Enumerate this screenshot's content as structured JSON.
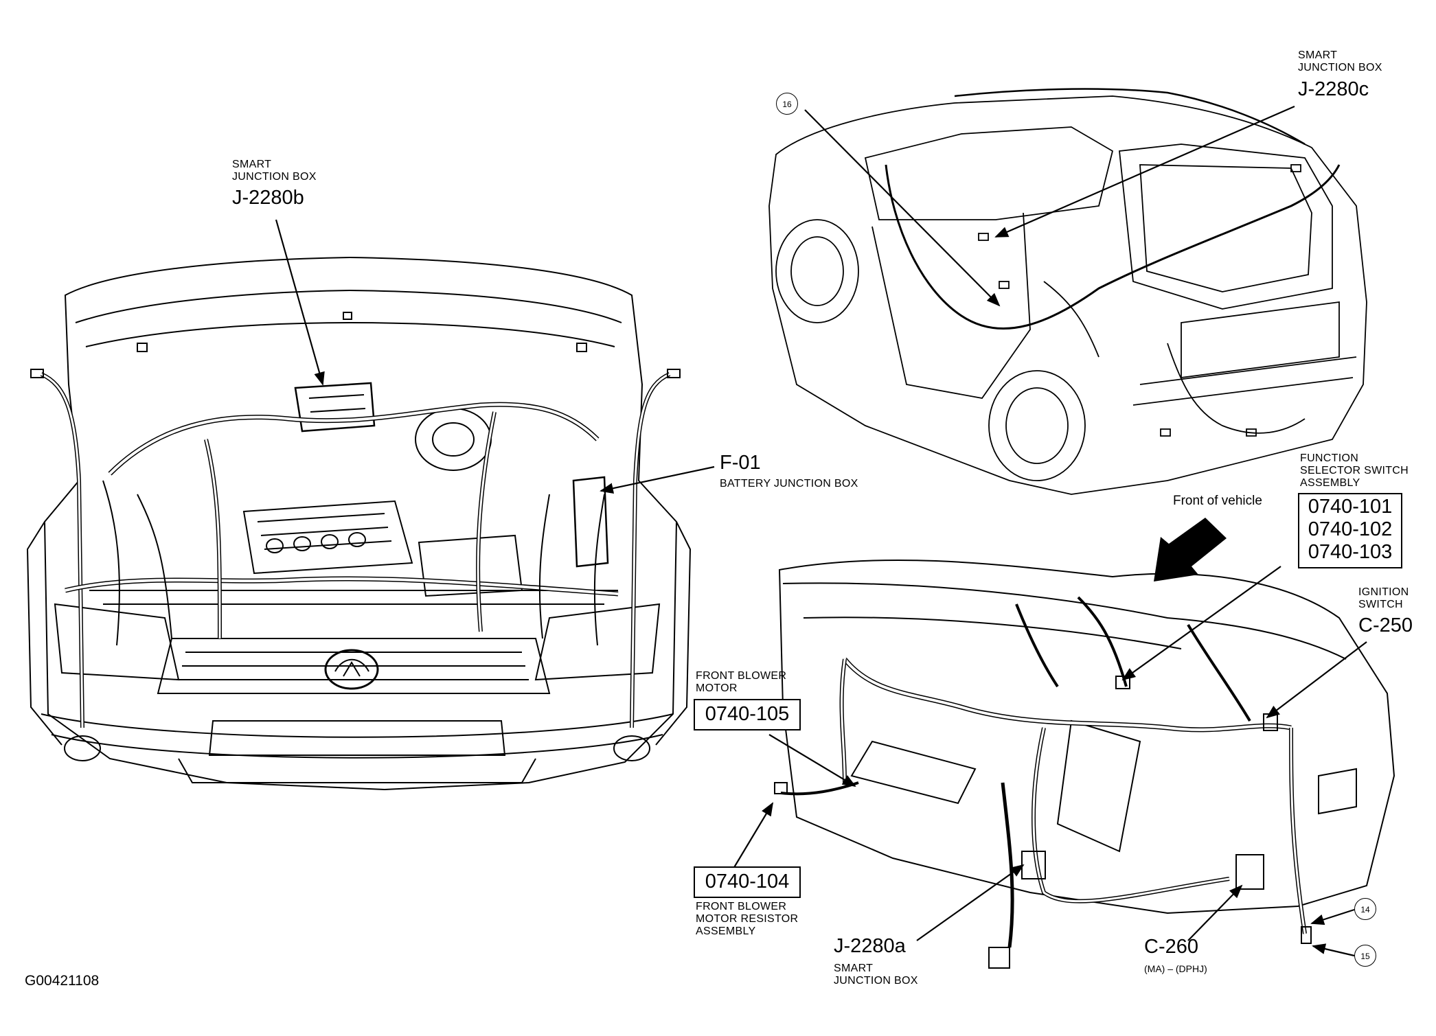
{
  "figure_id": "G00421108",
  "engine_view": {
    "sjb_b": {
      "title_line1": "SMART",
      "title_line2": "JUNCTION BOX",
      "code": "J-2280b"
    },
    "battery_jb": {
      "code": "F-01",
      "name": "BATTERY JUNCTION BOX"
    }
  },
  "rear_view": {
    "callout": "16",
    "sjb_c": {
      "title_line1": "SMART",
      "title_line2": "JUNCTION BOX",
      "code": "J-2280c"
    }
  },
  "dash_view": {
    "front_of_vehicle": "Front of vehicle",
    "function_selector": {
      "line1": "FUNCTION",
      "line2": "SELECTOR SWITCH",
      "line3": "ASSEMBLY",
      "codes": [
        "0740-101",
        "0740-102",
        "0740-103"
      ]
    },
    "ignition_switch": {
      "line1": "IGNITION",
      "line2": "SWITCH",
      "code": "C-250"
    },
    "front_blower_motor": {
      "line1": "FRONT BLOWER",
      "line2": "MOTOR",
      "code": "0740-105"
    },
    "blower_resistor": {
      "code": "0740-104",
      "line1": "FRONT BLOWER",
      "line2": "MOTOR RESISTOR",
      "line3": "ASSEMBLY"
    },
    "sjb_a": {
      "code": "J-2280a",
      "line1": "SMART",
      "line2": "JUNCTION BOX"
    },
    "c260": {
      "code": "C-260",
      "sub": "(MA) – (DPHJ)"
    },
    "callout_14": "14",
    "callout_15": "15"
  }
}
